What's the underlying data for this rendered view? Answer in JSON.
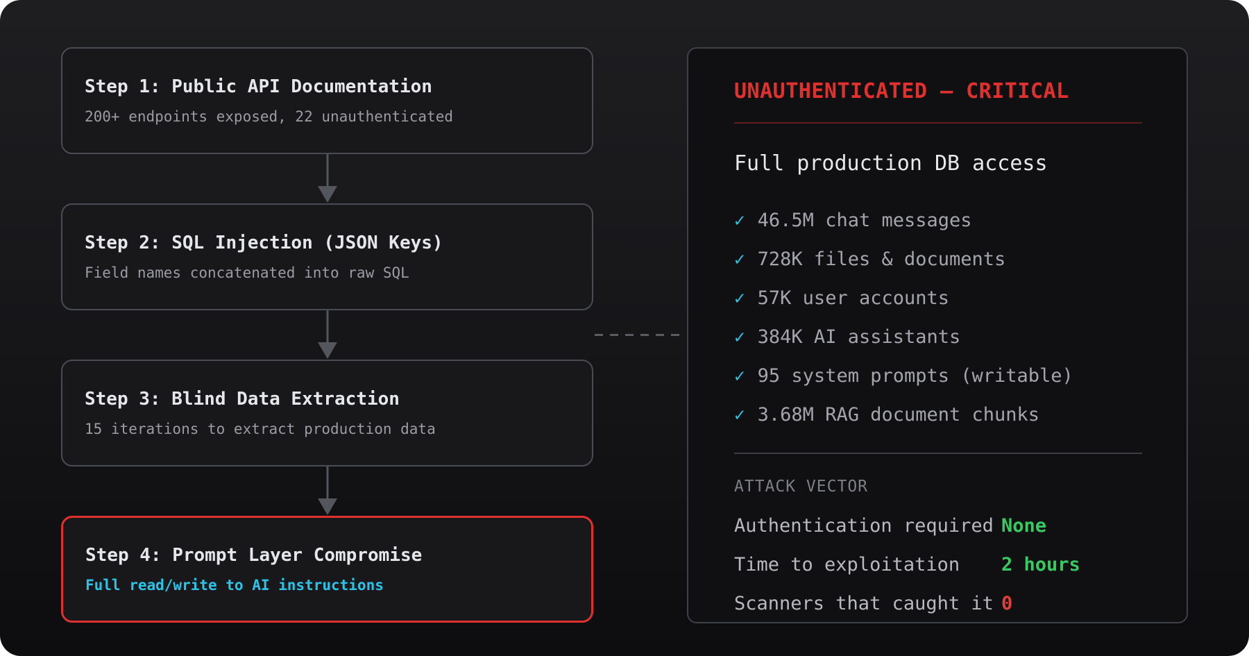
{
  "colors": {
    "critical-red": "#e0312e",
    "accent-cyan": "#2cc3e8",
    "ok-green": "#35cb60",
    "fail-red": "#e0403c"
  },
  "flow": {
    "steps": [
      {
        "title": "Step 1: Public API Documentation",
        "subtitle": "200+ endpoints exposed, 22 unauthenticated"
      },
      {
        "title": "Step 2: SQL Injection (JSON Keys)",
        "subtitle": "Field names concatenated into raw SQL"
      },
      {
        "title": "Step 3: Blind Data Extraction",
        "subtitle": "15 iterations to extract production data"
      },
      {
        "title": "Step 4: Prompt Layer Compromise",
        "subtitle": "Full read/write to AI instructions"
      }
    ]
  },
  "panel": {
    "title": "UNAUTHENTICATED — CRITICAL",
    "heading": "Full production DB access",
    "check_icon": "✓",
    "checklist": [
      "46.5M chat messages",
      "728K files & documents",
      "57K user accounts",
      "384K AI assistants",
      "95 system prompts (writable)",
      "3.68M RAG document chunks"
    ],
    "section_label": "ATTACK VECTOR",
    "stats": [
      {
        "label": "Authentication required",
        "value": "None",
        "value_color": "#35cb60"
      },
      {
        "label": "Time to exploitation",
        "value": "2 hours",
        "value_color": "#35cb60"
      },
      {
        "label": "Scanners that caught it",
        "value": "0",
        "value_color": "#e0403c"
      }
    ]
  }
}
